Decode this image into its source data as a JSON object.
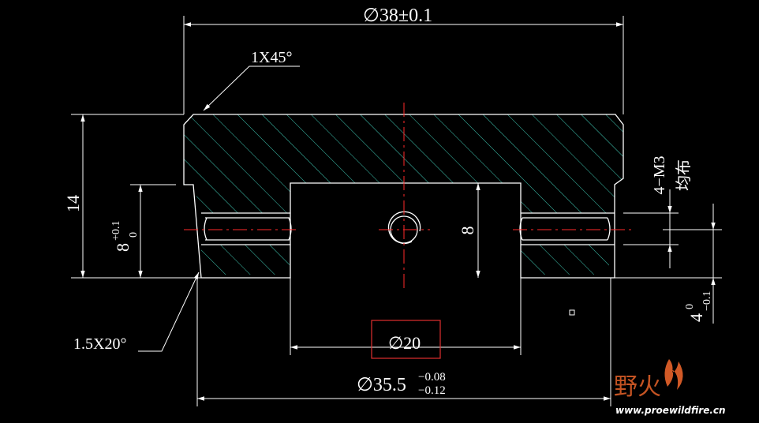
{
  "drawing": {
    "dim_top": "∅38±0.1",
    "chamfer_top": "1X45°",
    "dim_height": "14",
    "dim_inner_base": "8",
    "dim_inner_sup": "+0.1",
    "dim_inner_sub": "0",
    "dim_pocket": "8",
    "chamfer_bottom": "1.5X20°",
    "dim_center_hole": "∅20",
    "dim_bottom_base": "∅35.5",
    "dim_bottom_sup": "−0.08",
    "dim_bottom_sub": "−0.12",
    "thread_callout": "4−M3",
    "thread_note": "均布",
    "dim_right_base": "4",
    "dim_right_sup": "0",
    "dim_right_sub": "−0.1"
  },
  "watermark": {
    "cn": "野火",
    "url": "www.proewildfire.cn"
  },
  "colors": {
    "background": "#000000",
    "outline": "#ffffff",
    "hatch": "#3fc8b4",
    "centerline": "#ff2a2a",
    "highlight_box": "#e03030",
    "watermark": "#e8632a"
  }
}
